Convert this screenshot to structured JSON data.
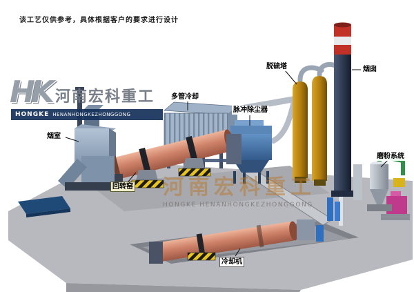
{
  "disclaimer": "该工艺仅供参考，具体根据客户的要求进行设计",
  "logo": {
    "monogram": "HK",
    "company_cn": "河南宏科重工",
    "company_en_primary": "HONGKE",
    "company_en_secondary": "HENANHONGKEZHONGGONG"
  },
  "watermark": {
    "company_cn": "河南宏科重工",
    "company_en": "HONGKE HENANHONGKEZHONGGONG"
  },
  "labels": {
    "smoke_chamber": "烟室",
    "rotary_kiln": "回转窑",
    "multi_tube_cooler": "多管冷却",
    "pulse_dust_collector": "脉冲除尘器",
    "desulfurization_tower": "脱硫塔",
    "chimney": "烟囱",
    "grinding_system": "磨粉系统",
    "cooler": "冷却机"
  },
  "colors": {
    "kiln_shell": "#cd8168",
    "dust_collector_blue": "#4d7db3",
    "desulfurization_amber": "#b07c0e",
    "chimney_navy": "#1d2840",
    "chimney_band_red": "#c23126",
    "platform_gray": "#b7b9be",
    "hazard_yellow": "#e9c41f",
    "watermark_orange": "#ba7628",
    "logo_navy": "#17325b",
    "grinding_magenta": "#c03a8c",
    "pipe_green": "#2f9048"
  }
}
